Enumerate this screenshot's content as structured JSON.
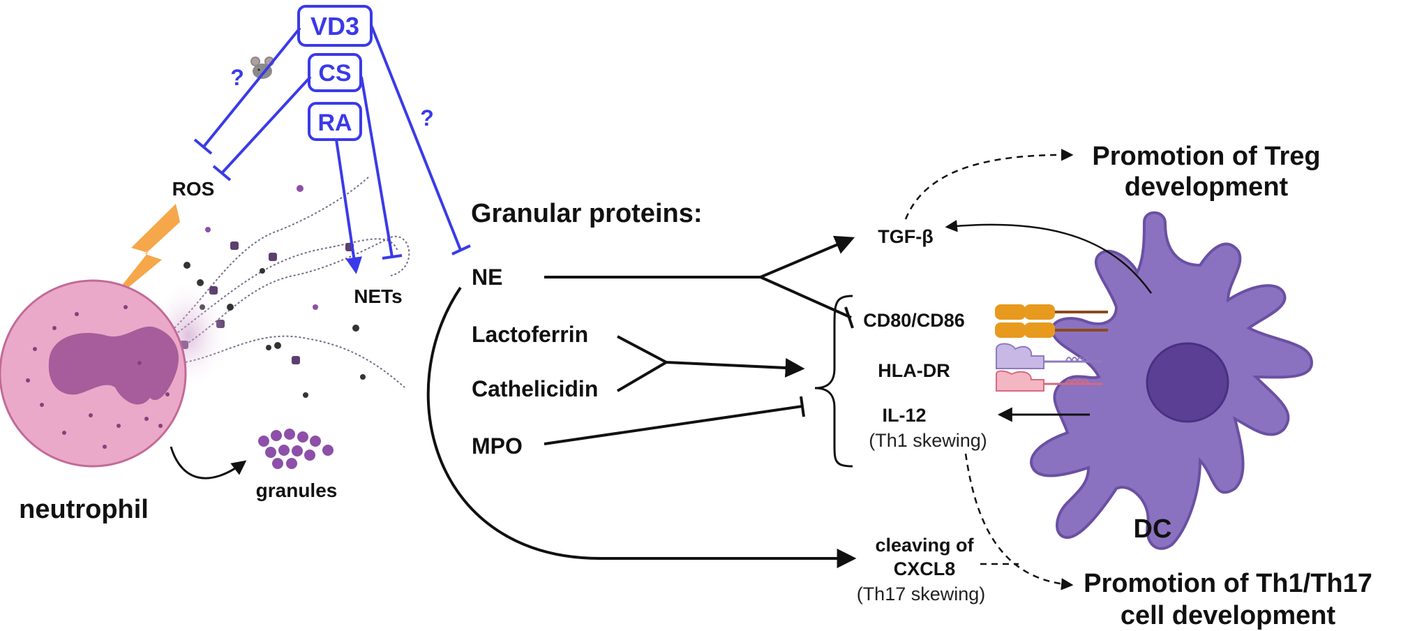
{
  "regulators": {
    "vd3": "VD3",
    "cs": "CS",
    "ra": "RA",
    "question_mark": "?"
  },
  "neutrophil": {
    "ros": "ROS",
    "nets": "NETs",
    "granules": "granules",
    "cell_label": "neutrophil"
  },
  "granular_proteins": {
    "heading": "Granular proteins:",
    "items": [
      "NE",
      "Lactoferrin",
      "Cathelicidin",
      "MPO"
    ]
  },
  "dc_effects": {
    "tgf_beta": "TGF-β",
    "cd80_cd86": "CD80/CD86",
    "hla_dr": "HLA-DR",
    "il12": "IL-12",
    "il12_note": "(Th1 skewing)",
    "cxcl8_line1": "cleaving of",
    "cxcl8_line2": "CXCL8",
    "cxcl8_note": "(Th17 skewing)"
  },
  "outcomes": {
    "treg_line1": "Promotion of Treg",
    "treg_line2": "development",
    "th_line1": "Promotion of Th1/Th17",
    "th_line2": "cell development"
  },
  "dc_label": "DC",
  "colors": {
    "regulator_blue": "#3a3ae8",
    "neutrophil_pink": "#e8a7c6",
    "nucleus_purple": "#9b4f93",
    "dc_purple": "#8b72c0",
    "dc_nucleus": "#5b3f95",
    "lightning_orange": "#f5a74a",
    "granule_purple": "#8d4fa8",
    "arrow_black": "#111111"
  }
}
